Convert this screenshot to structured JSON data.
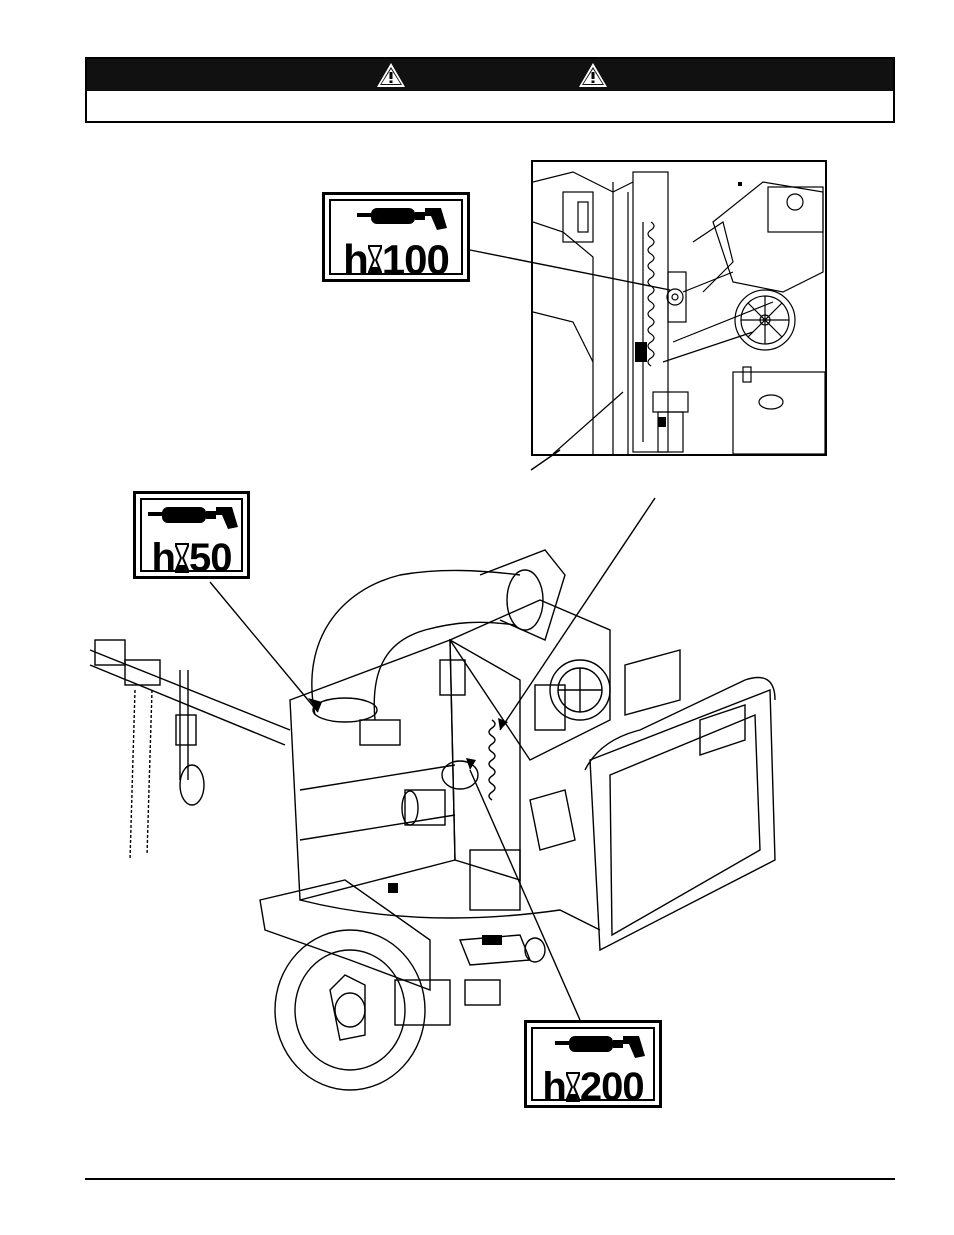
{
  "warning_header": {
    "icons": [
      "warning-triangle-icon",
      "warning-triangle-icon"
    ],
    "body_text": ""
  },
  "lube_labels": {
    "top": {
      "icon": "grease-gun-icon",
      "prefix": "h",
      "timer_icon": "hourglass-icon",
      "hours": "100"
    },
    "left": {
      "icon": "grease-gun-icon",
      "prefix": "h",
      "timer_icon": "hourglass-icon",
      "hours": "50"
    },
    "bottom": {
      "icon": "grease-gun-icon",
      "prefix": "h",
      "timer_icon": "hourglass-icon",
      "hours": "200"
    }
  },
  "colors": {
    "ink": "#000000",
    "paper": "#ffffff",
    "header_bar": "#111111"
  }
}
